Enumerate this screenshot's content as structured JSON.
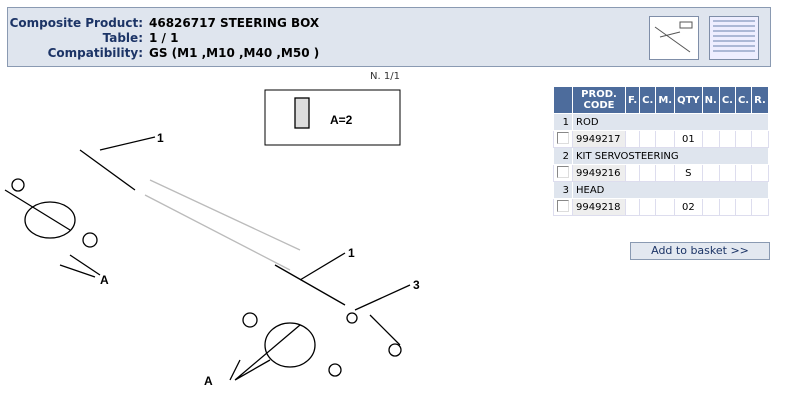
{
  "header": {
    "rows": [
      {
        "label": "Composite Product:",
        "value": "46826717 STEERING BOX"
      },
      {
        "label": "Table:",
        "value": "1 / 1"
      },
      {
        "label": "Compatibility:",
        "value": "GS (M1 ,M10 ,M40 ,M50 )"
      }
    ]
  },
  "page_number": "N. 1/1",
  "diagram": {
    "legend": "A=2",
    "callouts": [
      "1",
      "1",
      "3",
      "A",
      "A"
    ]
  },
  "table": {
    "headers": [
      "PROD. CODE",
      "F.",
      "C.",
      "M.",
      "QTY",
      "N.",
      "C.",
      "C.",
      "R."
    ],
    "groups": [
      {
        "num": "1",
        "name": "ROD",
        "code": "9949217",
        "qty": "01"
      },
      {
        "num": "2",
        "name": "KIT SERVOSTEERING",
        "code": "9949216",
        "qty": "S"
      },
      {
        "num": "3",
        "name": "HEAD",
        "code": "9949218",
        "qty": "02"
      }
    ]
  },
  "add_to_basket": "Add to basket >>"
}
